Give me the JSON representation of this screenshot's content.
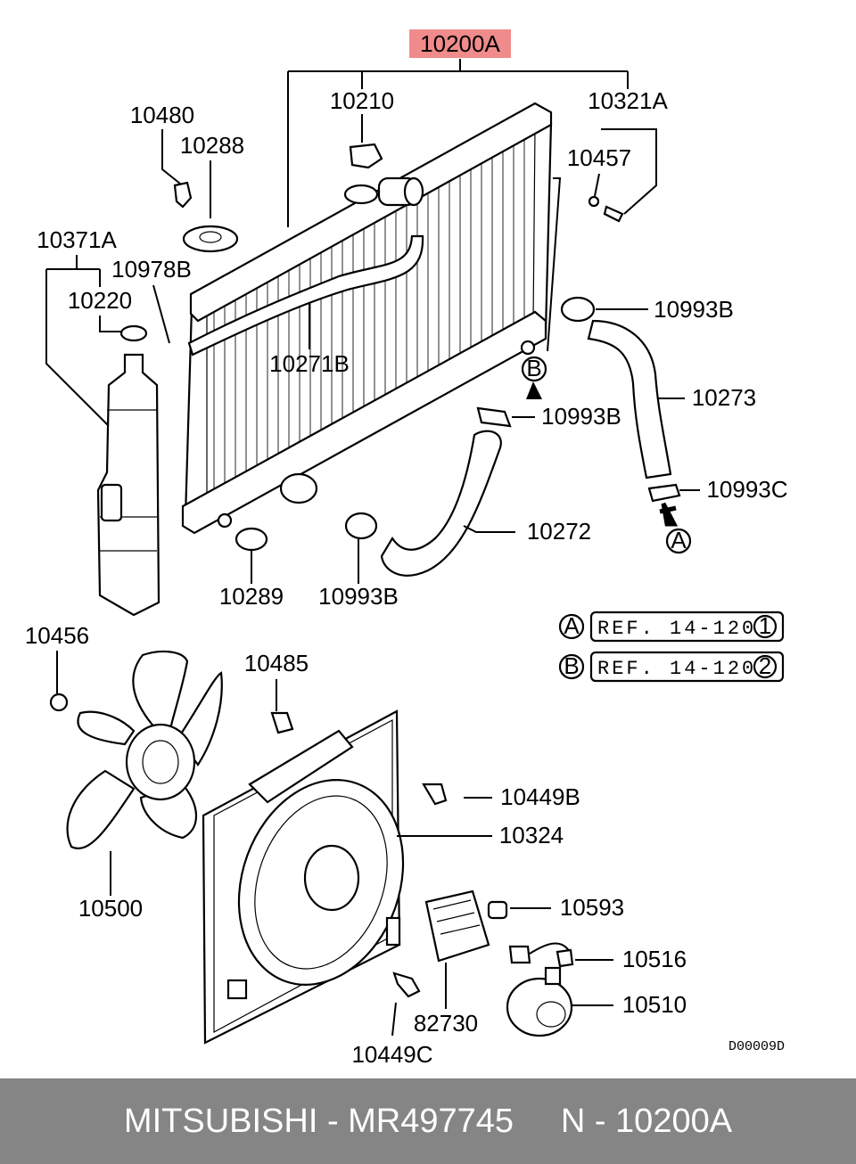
{
  "highlight_part": "10200A",
  "callouts": {
    "c10200A": "10200A",
    "c10210": "10210",
    "c10321A": "10321A",
    "c10480": "10480",
    "c10288": "10288",
    "c10457": "10457",
    "c10371A": "10371A",
    "c10978B": "10978B",
    "c10220": "10220",
    "c10993B_top": "10993B",
    "c10271B": "10271B",
    "c10273": "10273",
    "c10993B_mid": "10993B",
    "c10993C": "10993C",
    "c10272": "10272",
    "c10289": "10289",
    "c10993B_bot": "10993B",
    "c10456": "10456",
    "c10485": "10485",
    "c10449B": "10449B",
    "c10324": "10324",
    "c10500": "10500",
    "c10593": "10593",
    "c10516": "10516",
    "c10510": "10510",
    "c82730": "82730",
    "c10449C": "10449C"
  },
  "markers": {
    "a": "A",
    "b": "B"
  },
  "references": {
    "ref_a": {
      "marker": "A",
      "text": "REF. 14-120",
      "num": "1"
    },
    "ref_b": {
      "marker": "B",
      "text": "REF. 14-120",
      "num": "2"
    }
  },
  "diagram_code": "D00009D",
  "footer": {
    "text": "MITSUBISHI - MR497745     N - 10200A"
  },
  "colors": {
    "highlight": "#f08b8b",
    "footer_bg": "#858585",
    "footer_text": "#ffffff"
  }
}
